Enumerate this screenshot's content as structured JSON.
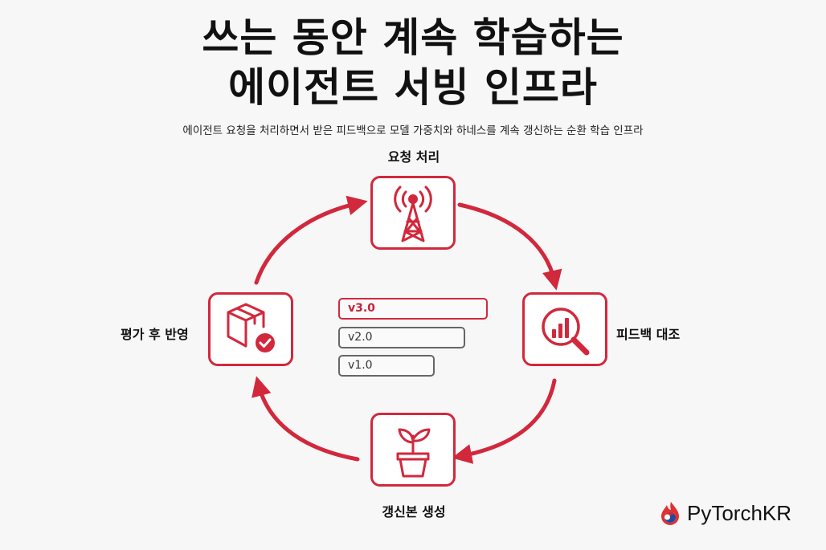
{
  "title": {
    "line1": "쓰는 동안 계속 학습하는",
    "line2": "에이전트 서빙 인프라"
  },
  "subtitle": "에이전트 요청을 처리하면서 받은 피드백으로 모델 가중치와 하네스를 계속 갱신하는 순환 학습 인프라",
  "cycle": {
    "top": "요청 처리",
    "right": "피드백 대조",
    "bottom": "갱신본 생성",
    "left": "평가 후 반영"
  },
  "versions": [
    "v3.0",
    "v2.0",
    "v1.0"
  ],
  "brand": {
    "name": "PyTorchKR"
  },
  "colors": {
    "accent": "#d2283c"
  },
  "icons": {
    "top": "radio-tower-icon",
    "right": "magnifier-chart-icon",
    "bottom": "sprout-pot-icon",
    "left": "package-check-icon"
  }
}
